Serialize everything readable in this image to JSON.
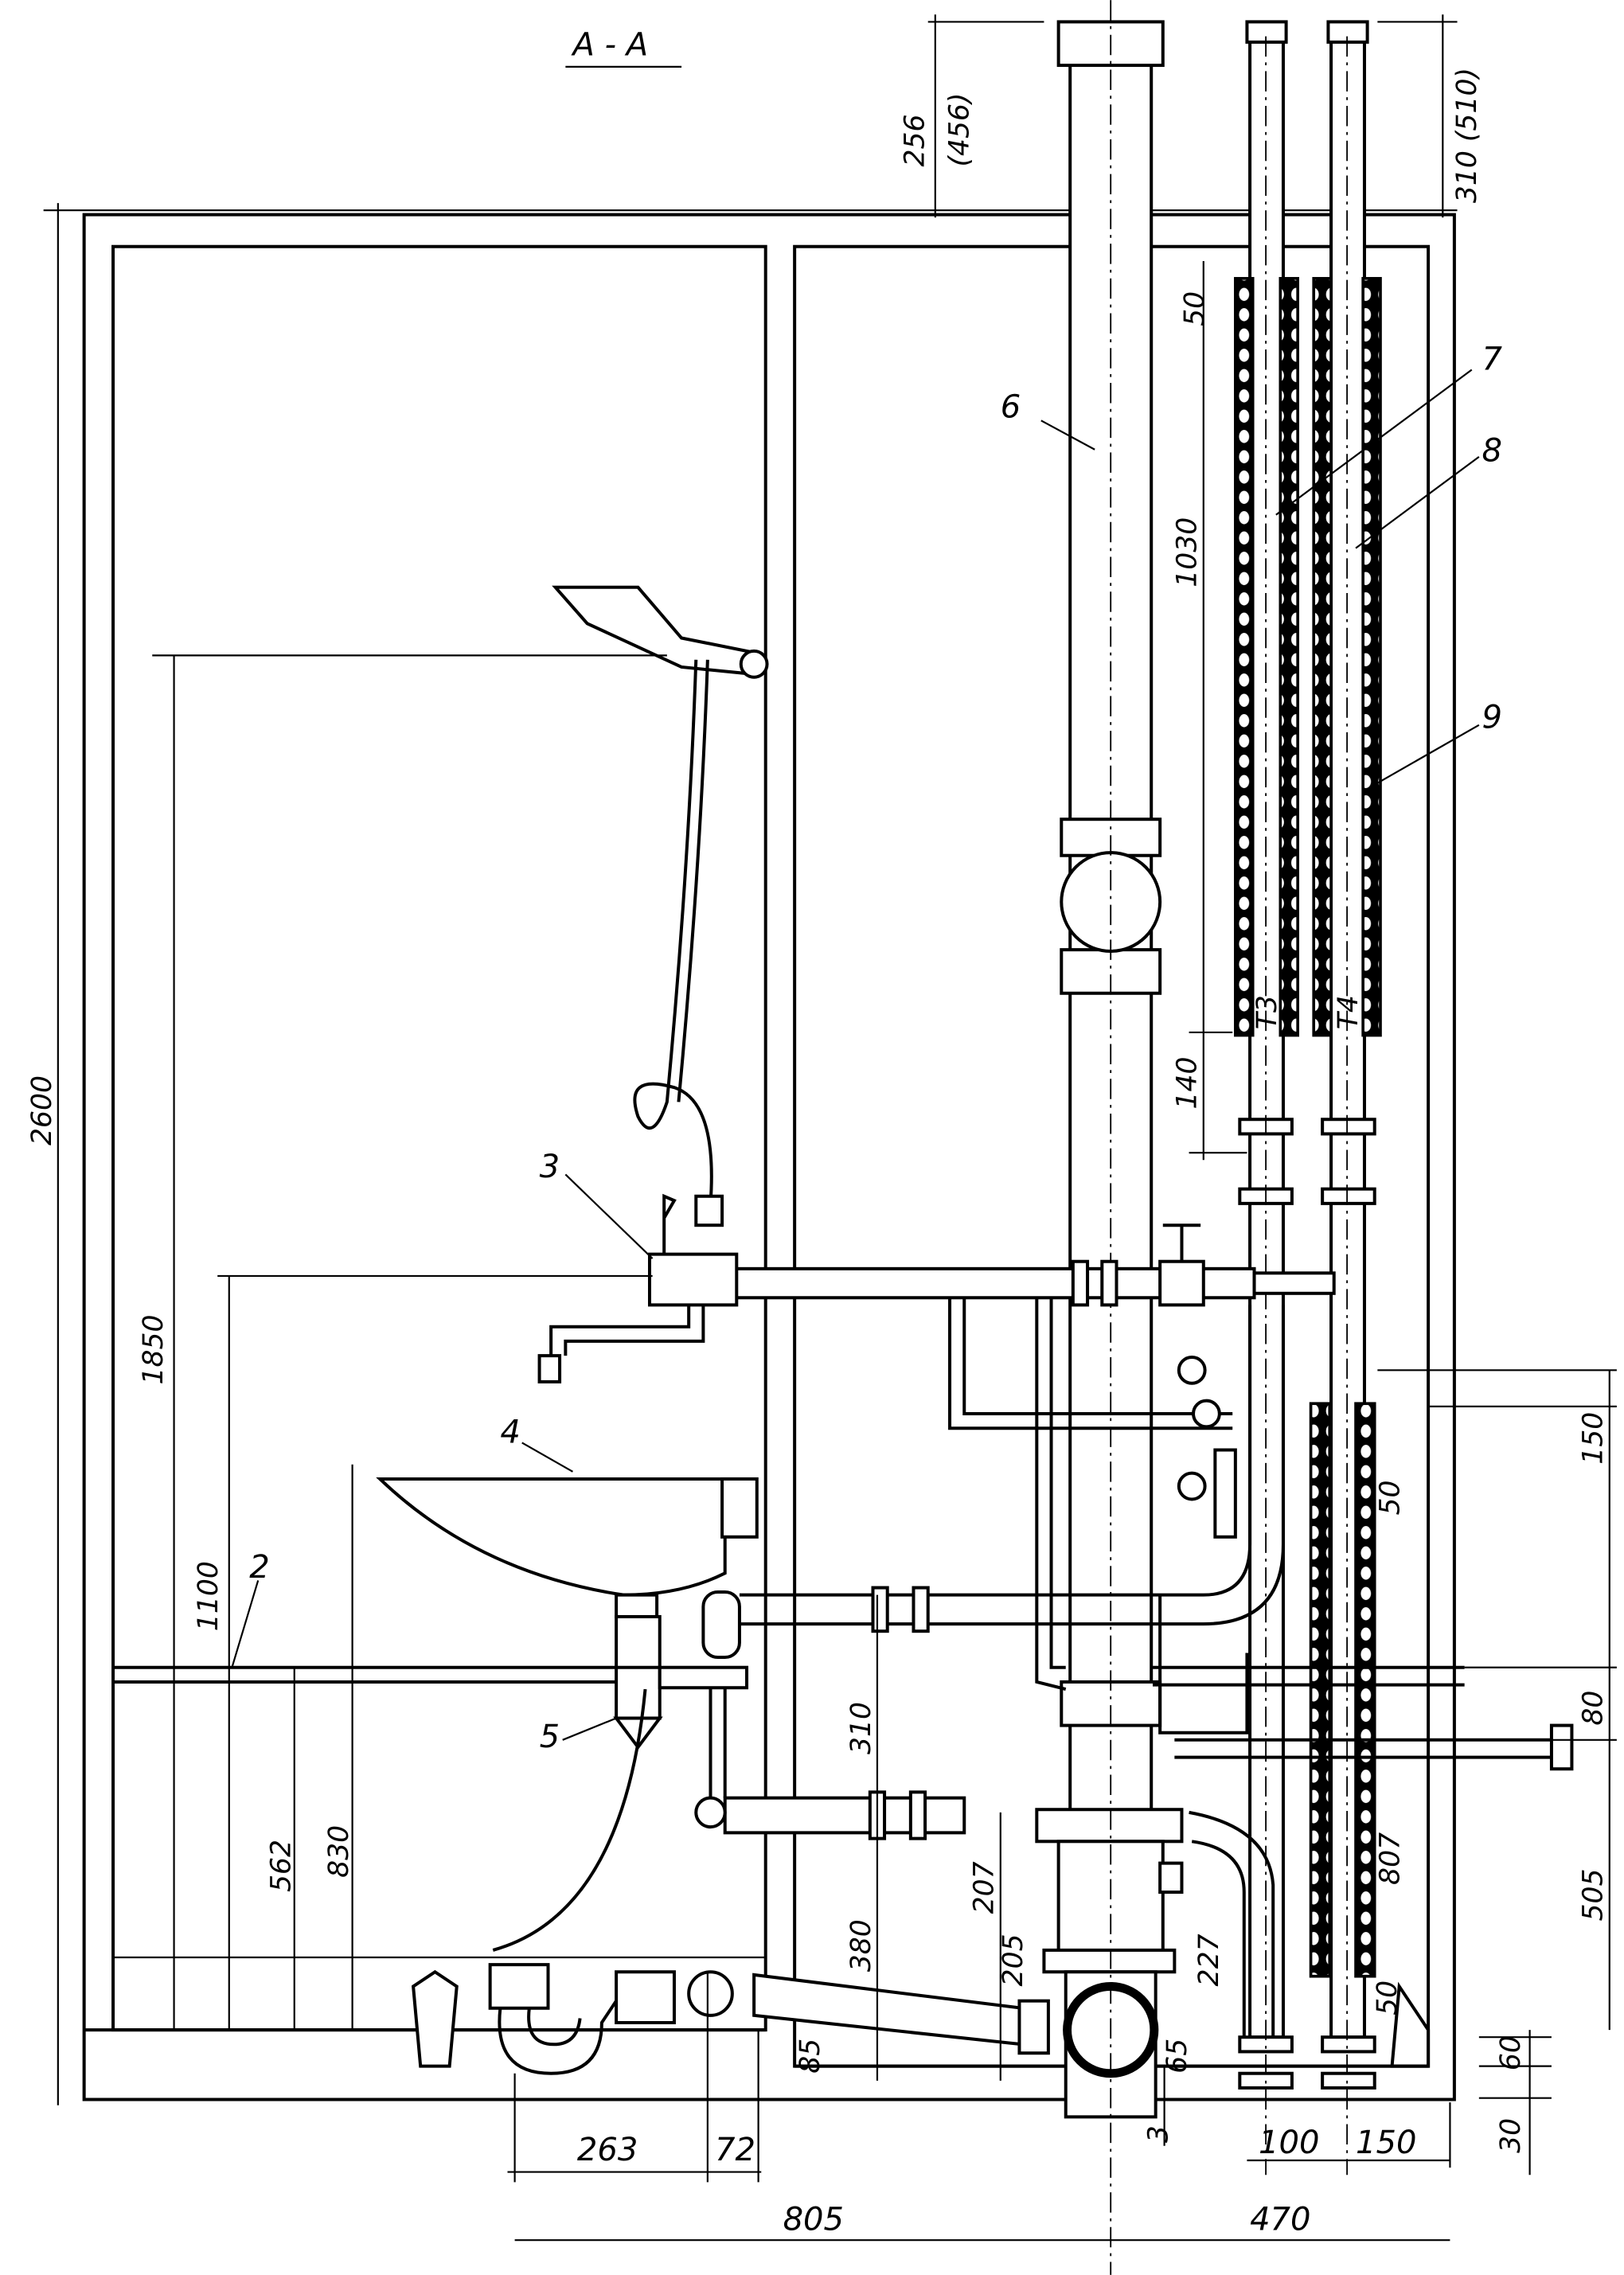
{
  "title": "А - А",
  "positions": {
    "p2": "2",
    "p3": "3",
    "p4": "4",
    "p5": "5",
    "p6": "6",
    "p7": "7",
    "p8": "8",
    "p9": "9"
  },
  "pipe_marks": {
    "t3": "Т3",
    "t4": "Т4"
  },
  "dimensions": {
    "d256": "256",
    "d456": "(456)",
    "d310_510": "310 (510)",
    "d2600": "2600",
    "d1030": "1030",
    "d140": "140",
    "d50_top": "50",
    "d1850": "1850",
    "d150_right": "150",
    "d50_mid": "50",
    "d1100": "1100",
    "d310": "310",
    "d80": "80",
    "d562": "562",
    "d830": "830",
    "d807": "807",
    "d207": "207",
    "d205": "205",
    "d227": "227",
    "d380": "380",
    "d505": "505",
    "d85": "85",
    "d65": "65",
    "d60": "60",
    "d50_bot": "50",
    "d3": "3",
    "d30": "30",
    "d263": "263",
    "d72": "72",
    "d100": "100",
    "d150_bot": "150",
    "d805": "805",
    "d470": "470"
  }
}
